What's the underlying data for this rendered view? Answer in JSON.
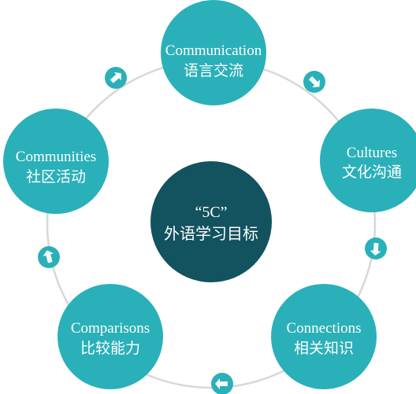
{
  "colors": {
    "node_fill": "#2ab0b8",
    "center_fill": "#13525f",
    "ring_stroke": "#d7d7d7",
    "arrow_fill": "#2ab0b8",
    "text": "#ffffff"
  },
  "center": {
    "line1": "“5C”",
    "line2": "外语学习目标"
  },
  "nodes": [
    {
      "id": "communication",
      "en": "Communication",
      "zh": "语言交流"
    },
    {
      "id": "cultures",
      "en": "Cultures",
      "zh": "文化沟通"
    },
    {
      "id": "connections",
      "en": "Connections",
      "zh": "相关知识"
    },
    {
      "id": "comparisons",
      "en": "Comparisons",
      "zh": "比较能力"
    },
    {
      "id": "communities",
      "en": "Communities",
      "zh": "社区活动"
    }
  ],
  "arrows": [
    {
      "id": "arrow-communication-to-cultures",
      "icon": "arrow-down-right-icon"
    },
    {
      "id": "arrow-cultures-to-connections",
      "icon": "arrow-down-icon"
    },
    {
      "id": "arrow-connections-to-comparisons",
      "icon": "arrow-left-icon"
    },
    {
      "id": "arrow-comparisons-to-communities",
      "icon": "arrow-up-icon"
    },
    {
      "id": "arrow-communities-to-communication",
      "icon": "arrow-up-right-icon"
    }
  ]
}
